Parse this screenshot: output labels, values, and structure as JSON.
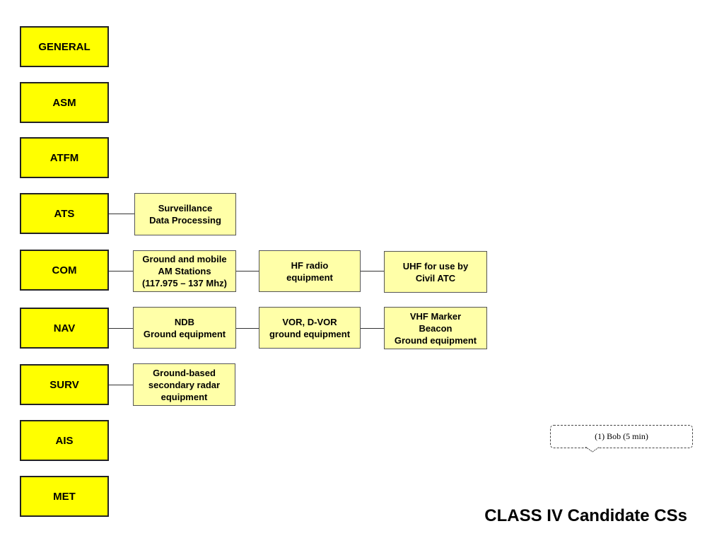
{
  "categories": {
    "general": "GENERAL",
    "asm": "ASM",
    "atfm": "ATFM",
    "ats": "ATS",
    "com": "COM",
    "nav": "NAV",
    "surv": "SURV",
    "ais": "AIS",
    "met": "MET"
  },
  "ats_items": {
    "surveillance": "Surveillance\nData Processing"
  },
  "com_items": {
    "ground_mobile": "Ground and mobile\nAM Stations\n(117.975 – 137 Mhz)",
    "hf_radio": "HF radio\nequipment",
    "uhf": "UHF for use by\nCivil ATC"
  },
  "nav_items": {
    "ndb": "NDB\nGround equipment",
    "vor": "VOR, D-VOR\nground equipment",
    "vhf_marker": "VHF Marker\nBeacon\nGround equipment"
  },
  "surv_items": {
    "radar": "Ground-based\nsecondary radar\nequipment"
  },
  "note": {
    "text": "(1) Bob (5 min)"
  },
  "title": "CLASS IV Candidate CSs",
  "colors": {
    "category_fill": "#ffff00",
    "item_fill": "#ffffa8"
  }
}
